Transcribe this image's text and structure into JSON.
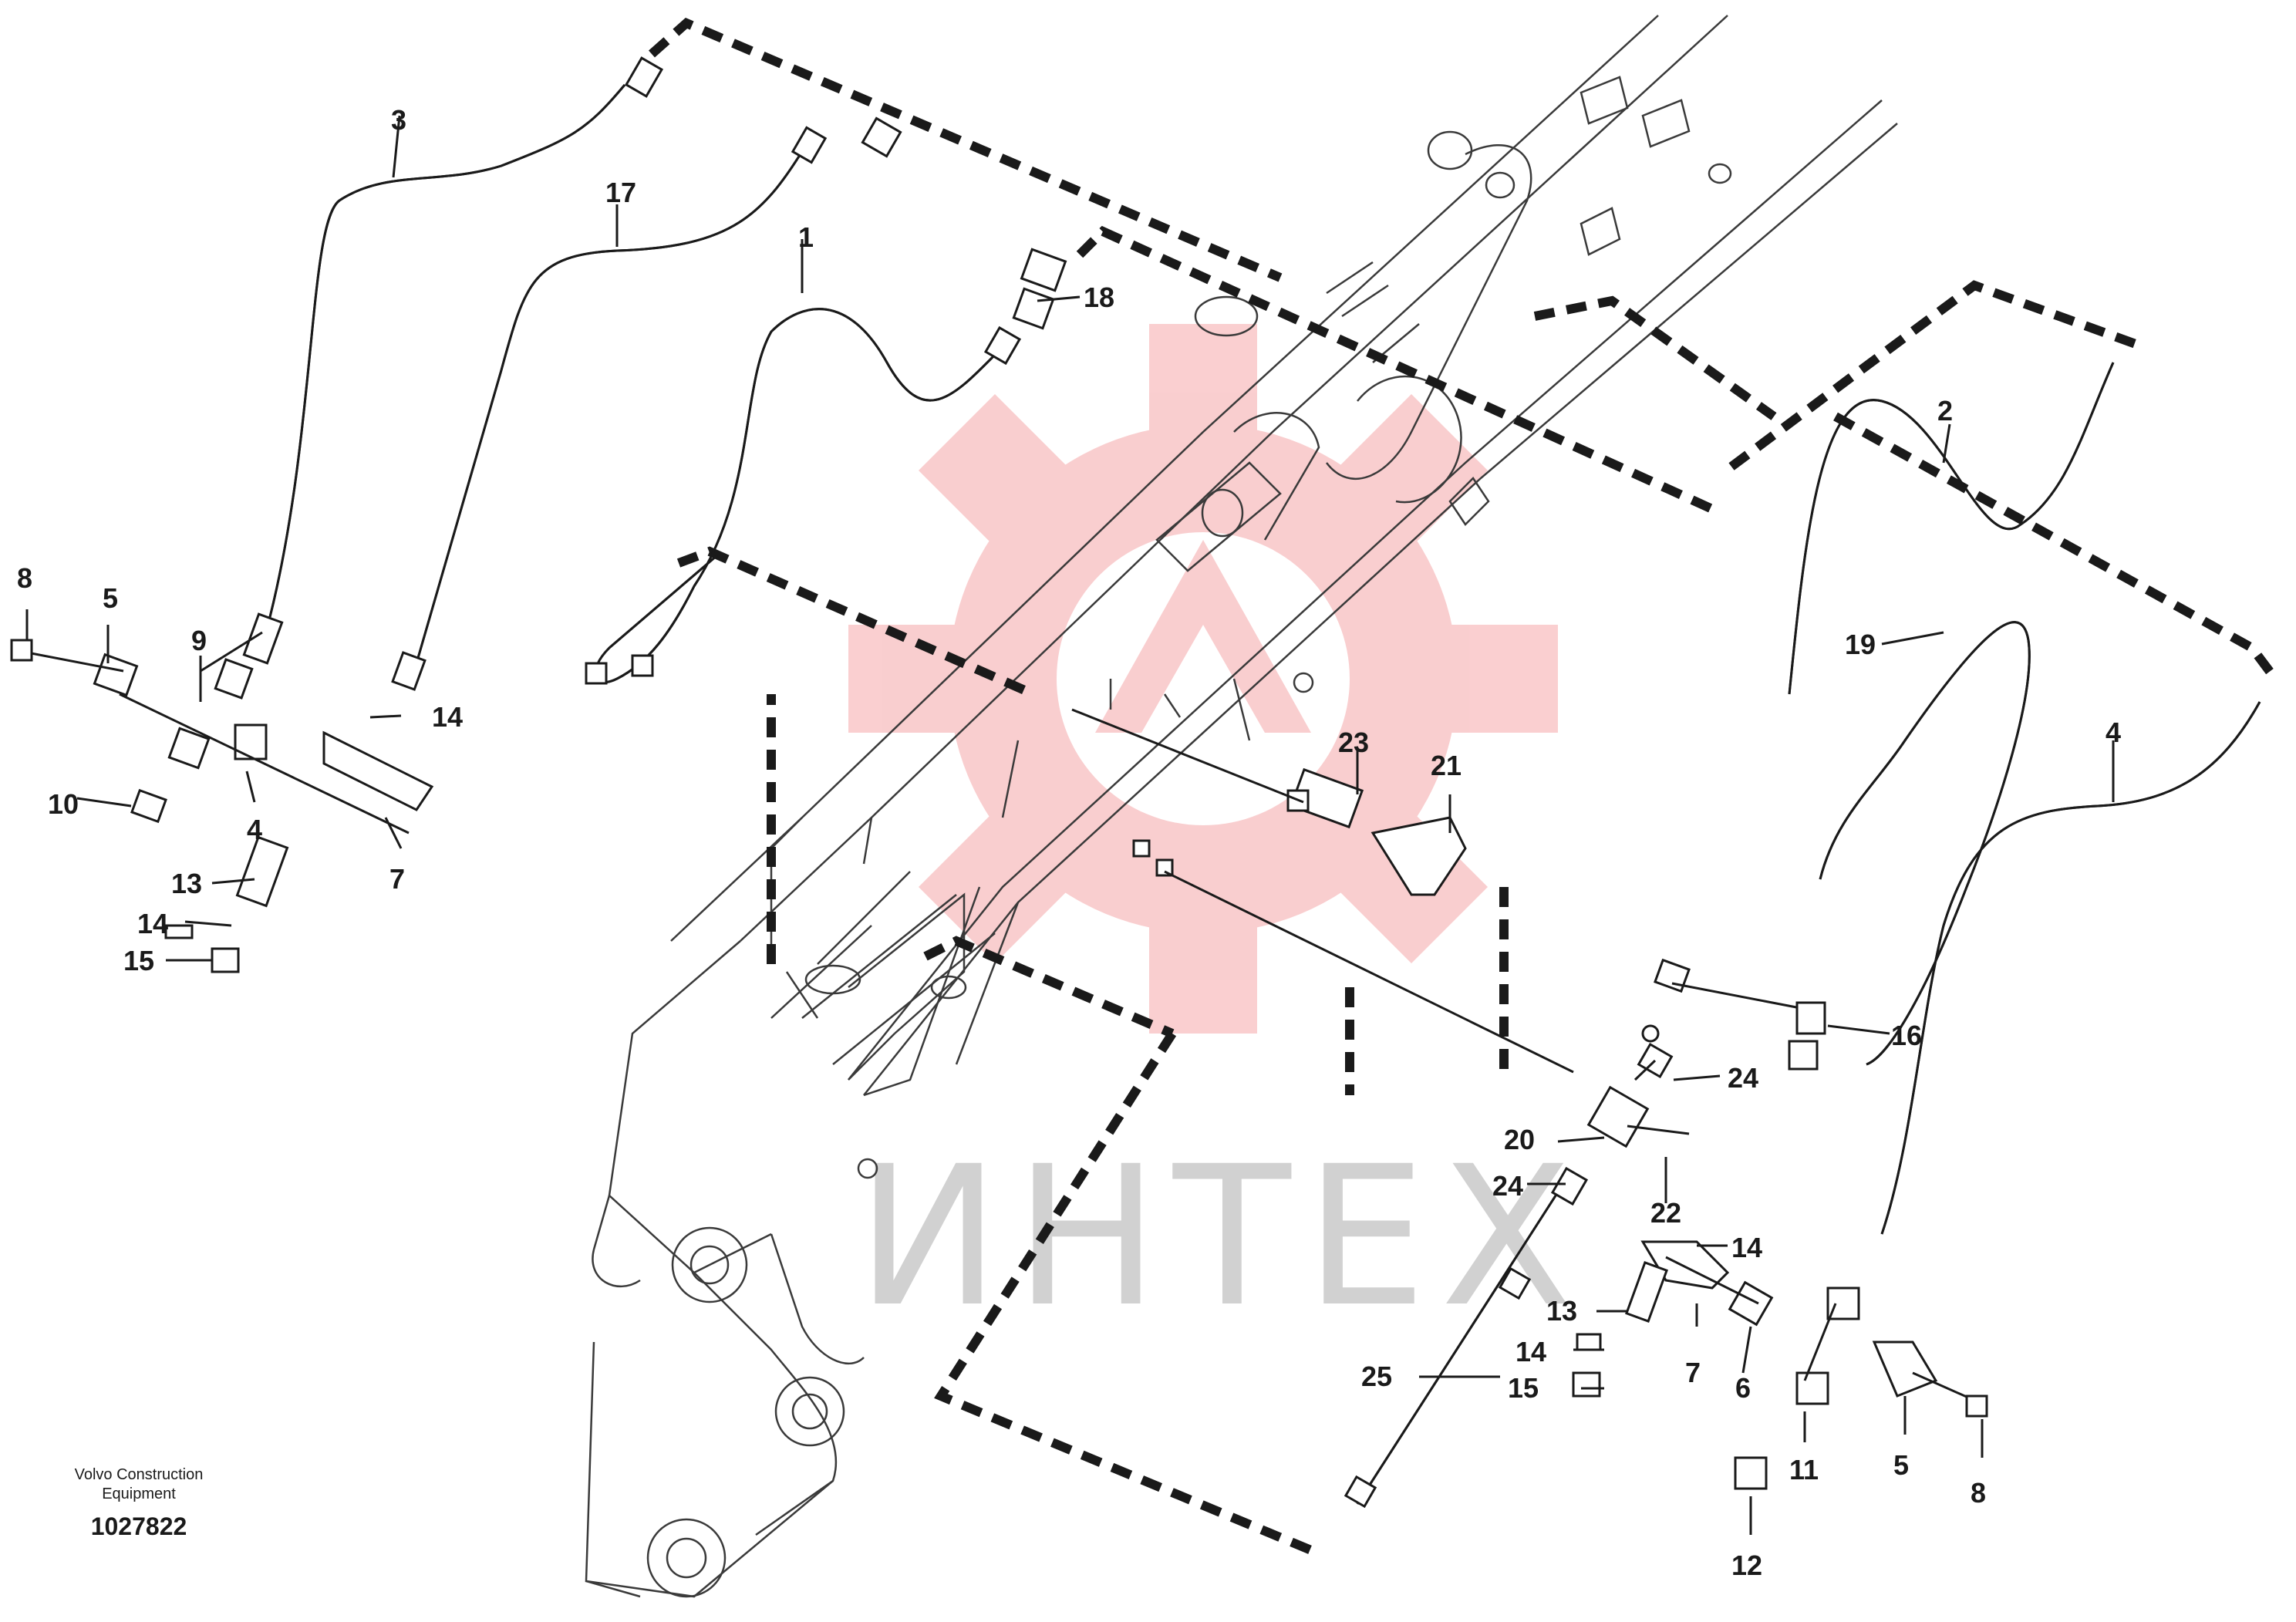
{
  "colors": {
    "line": "#1a1a1a",
    "watermark_red": "#e8252a",
    "watermark_text": "#9a9a9a"
  },
  "watermark": {
    "text": "ИНТЕХ"
  },
  "credit": {
    "line1": "Volvo Construction",
    "line2": "Equipment",
    "doc_number": "1027822"
  },
  "callouts": {
    "c1": "1",
    "c2": "2",
    "c3": "3",
    "c4a": "4",
    "c4b": "4",
    "c5a": "5",
    "c5b": "5",
    "c6": "6",
    "c7a": "7",
    "c7b": "7",
    "c8a": "8",
    "c8b": "8",
    "c9": "9",
    "c10": "10",
    "c11": "11",
    "c12": "12",
    "c13a": "13",
    "c13b": "13",
    "c14a": "14",
    "c14b": "14",
    "c14c": "14",
    "c14d": "14",
    "c15a": "15",
    "c15b": "15",
    "c16": "16",
    "c17": "17",
    "c18": "18",
    "c19": "19",
    "c20": "20",
    "c21": "21",
    "c22": "22",
    "c23": "23",
    "c24a": "24",
    "c24b": "24",
    "c25": "25"
  }
}
